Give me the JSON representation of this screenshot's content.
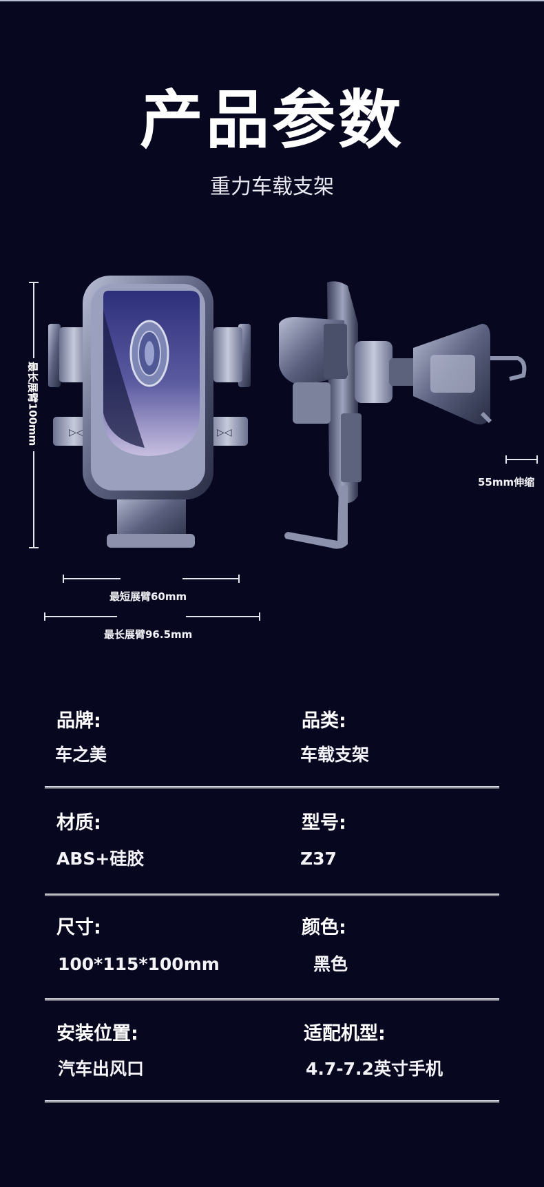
{
  "header": {
    "title": "产品参数",
    "subtitle": "重力车载支架"
  },
  "dimensions": {
    "vertical": "最长展臂100mm",
    "depth": "55mm伸缩",
    "short_arm": "最短展臂60mm",
    "long_arm": "最长展臂96.5mm"
  },
  "specs": [
    {
      "left_label": "品牌:",
      "left_value": "车之美",
      "right_label": "品类:",
      "right_value": "车载支架"
    },
    {
      "left_label": "材质:",
      "left_value": "ABS+硅胶",
      "right_label": "型号:",
      "right_value": "Z37"
    },
    {
      "left_label": "尺寸:",
      "left_value": "100*115*100mm",
      "right_label": "颜色:",
      "right_value": "黑色"
    },
    {
      "left_label": "安装位置:",
      "left_value": "汽车出风口",
      "right_label": "适配机型:",
      "right_value": "4.7-7.2英寸手机"
    }
  ]
}
